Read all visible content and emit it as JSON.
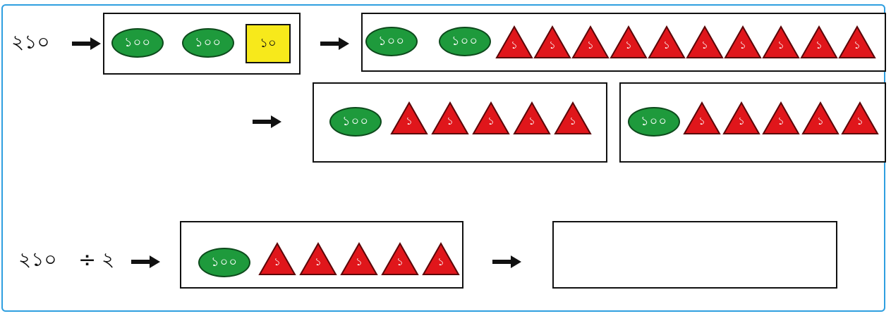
{
  "row1": {
    "start_number": "২১০",
    "box_a": {
      "ovals": [
        "১০০",
        "১০০"
      ],
      "square": "১০"
    },
    "box_b": {
      "ovals": [
        "১০০",
        "১০০"
      ],
      "triangles": [
        "১",
        "১",
        "১",
        "১",
        "১",
        "১",
        "১",
        "১",
        "১",
        "১"
      ]
    }
  },
  "row2": {
    "box_c": {
      "oval": "১০০",
      "triangles": [
        "১",
        "১",
        "১",
        "১",
        "১"
      ]
    },
    "box_d": {
      "oval": "১০০",
      "triangles": [
        "১",
        "১",
        "১",
        "১",
        "১"
      ]
    }
  },
  "row3": {
    "expression_left": "২১০",
    "divide_symbol": "÷",
    "expression_right": "২",
    "box_e": {
      "oval": "১০০",
      "triangles": [
        "১",
        "১",
        "১",
        "১",
        "১"
      ]
    },
    "answer_box": ""
  },
  "colors": {
    "frame_border": "#2f9fe0",
    "oval_green": "#1e9a3c",
    "triangle_red": "#e0161b",
    "square_yellow": "#f7e91b"
  },
  "icons": {
    "arrow": "right-arrow-icon",
    "triangle": "triangle-one-unit-icon",
    "oval": "oval-hundred-unit-icon",
    "square": "square-ten-unit-icon"
  }
}
